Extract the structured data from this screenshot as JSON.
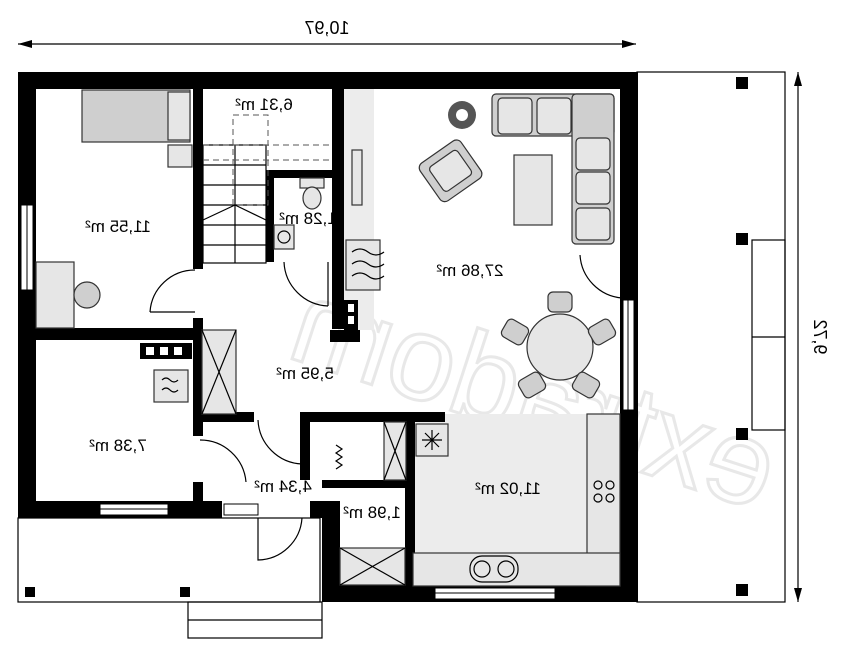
{
  "dimensions": {
    "width_label": "10,97",
    "depth_label": "9,72"
  },
  "rooms": {
    "bedroom": "11,55 m²",
    "stair_hall": "6,31 m²",
    "wc": "1,28 m²",
    "living": "27,86 m²",
    "hall": "5,95 m²",
    "boiler": "7,38 m²",
    "vestibule": "4,34 m²",
    "kitchen": "11,02 m²",
    "pantry": "1,98 m²"
  },
  "watermark": "extradom",
  "colors": {
    "wall": "#000000",
    "furniture": "#cfcfcf",
    "floor_kitchen": "#ececec"
  }
}
